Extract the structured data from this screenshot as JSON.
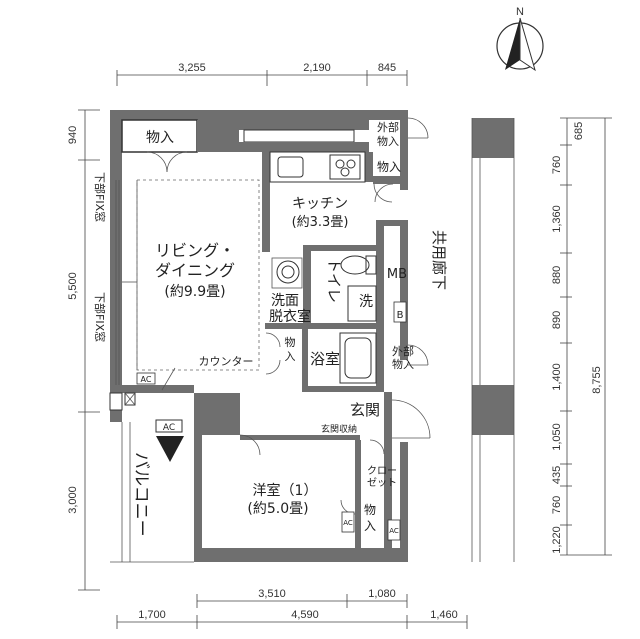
{
  "compass": {
    "label": "N"
  },
  "rooms": {
    "living": {
      "line1": "リビング・",
      "line2": "ダイニング",
      "area": "(約9.9畳)"
    },
    "kitchen": {
      "name": "キッチン",
      "area": "(約3.3畳)"
    },
    "western": {
      "name": "洋室（1）",
      "area": "(約5.0畳)"
    },
    "toilet": "トイレ",
    "senmen_1": "洗面",
    "senmen_2": "脱衣室",
    "wash": "洗",
    "bath": "浴室",
    "genkan": "玄関",
    "balcony": "バルコニー",
    "corridor": "共用廊下",
    "mb": "MB",
    "b": "B"
  },
  "storage": {
    "monoire_top": "物入",
    "gaibu_top_1": "外部",
    "gaibu_top_2": "物入",
    "kitchen_monoire": "物入",
    "small_monoire_1": "物",
    "small_monoire_2": "入",
    "gaibu_mid_1": "外部",
    "gaibu_mid_2": "物入",
    "genkan_shuno": "玄関収納",
    "closet_1": "クロー",
    "closet_2": "ゼット",
    "western_monoire_1": "物",
    "western_monoire_2": "入"
  },
  "labels": {
    "counter": "カウンター",
    "ac": "AC",
    "window_upper": "下部FIX窓",
    "window_lower": "下部FIX窓"
  },
  "dimensions": {
    "top": [
      "3,255",
      "2,190",
      "845"
    ],
    "left": [
      "940",
      "5,500",
      "3,000"
    ],
    "right": [
      "685",
      "760",
      "1,360",
      "880",
      "890",
      "1,400",
      "1,050",
      "435",
      "760",
      "1,220"
    ],
    "right_total": "8,755",
    "bottom_inner": [
      "3,510",
      "1,080"
    ],
    "bottom_outer": [
      "1,700",
      "4,590",
      "1,460"
    ]
  }
}
